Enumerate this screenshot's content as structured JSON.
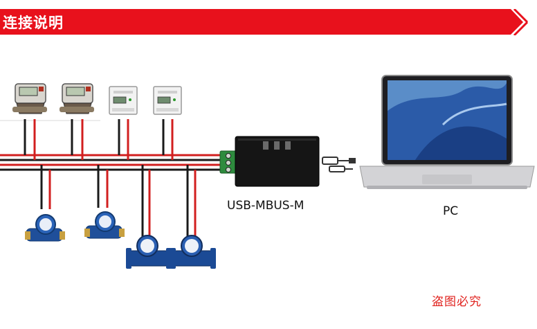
{
  "banner": {
    "title": "连接说明",
    "color": "#e8111c"
  },
  "converter": {
    "label": "USB-MBUS-M"
  },
  "computer": {
    "label": "PC"
  },
  "watermark": {
    "text": "盗图必究"
  },
  "colors": {
    "bus_red": "#d21f1f",
    "bus_black": "#1a1a1a",
    "accent": "#e8111c"
  },
  "devices": [
    {
      "kind": "heat-meter",
      "count": 2
    },
    {
      "kind": "din-rail-energy-meter",
      "count": 2
    },
    {
      "kind": "blue-water-meter",
      "count": 2
    },
    {
      "kind": "flanged-water-meter",
      "count": 2
    }
  ],
  "icons": [
    "usb-cable-icon",
    "laptop-icon",
    "terminal-block-icon"
  ]
}
